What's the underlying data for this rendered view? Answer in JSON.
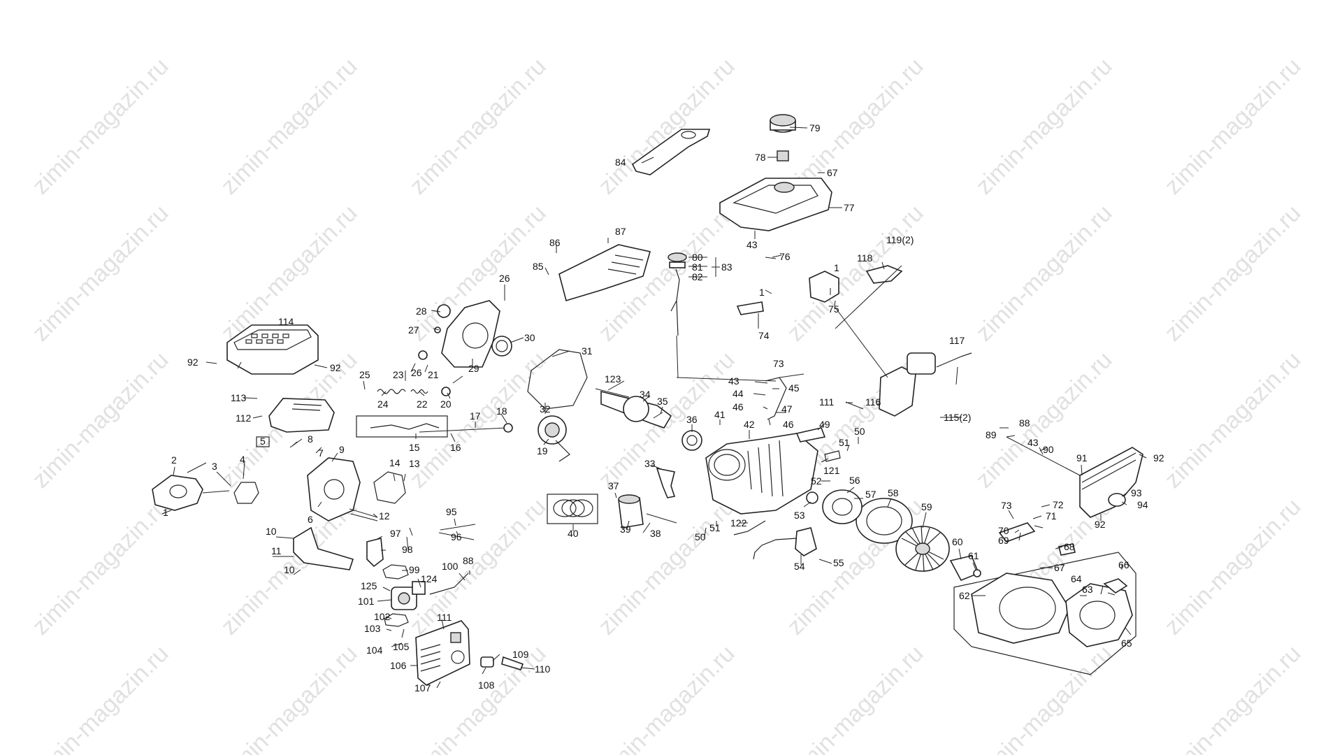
{
  "watermark": "zimin-magazin.ru",
  "labels": {
    "l1": "1",
    "l2": "2",
    "l3": "3",
    "l4": "4",
    "l5": "5",
    "l6": "6",
    "l7": "7",
    "l8": "8",
    "l9": "9",
    "l10": "10",
    "l11": "11",
    "l12": "12",
    "l13": "13",
    "l14": "14",
    "l15": "15",
    "l16": "16",
    "l17": "17",
    "l18": "18",
    "l19": "19",
    "l20": "20",
    "l21": "21",
    "l22": "22",
    "l23": "23",
    "l24": "24",
    "l25": "25",
    "l26": "26",
    "l27": "27",
    "l28": "28",
    "l29": "29",
    "l30": "30",
    "l31": "31",
    "l32": "32",
    "l33": "33",
    "l34": "34",
    "l35": "35",
    "l36": "36",
    "l37": "37",
    "l38": "38",
    "l39": "39",
    "l40": "40",
    "l41": "41",
    "l42": "42",
    "l43": "43",
    "l44": "44",
    "l45": "45",
    "l46": "46",
    "l47": "47",
    "l49": "49",
    "l50": "50",
    "l51": "51",
    "l52": "52",
    "l53": "53",
    "l54": "54",
    "l55": "55",
    "l56": "56",
    "l57": "57",
    "l58": "58",
    "l59": "59",
    "l60": "60",
    "l61": "61",
    "l62": "62",
    "l63": "63",
    "l64": "64",
    "l65": "65",
    "l66": "66",
    "l67": "67",
    "l68": "68",
    "l69": "69",
    "l70": "70",
    "l71": "71",
    "l72": "72",
    "l73": "73",
    "l74": "74",
    "l75": "75",
    "l76": "76",
    "l77": "77",
    "l78": "78",
    "l79": "79",
    "l80": "80",
    "l81": "81",
    "l82": "82",
    "l83": "83",
    "l84": "84",
    "l85": "85",
    "l86": "86",
    "l87": "87",
    "l88": "88",
    "l89": "89",
    "l90": "90",
    "l91": "91",
    "l92": "92",
    "l93": "93",
    "l94": "94",
    "l95": "95",
    "l96": "96",
    "l97": "97",
    "l98": "98",
    "l99": "99",
    "l100": "100",
    "l101": "101",
    "l102": "102",
    "l103": "103",
    "l104": "104",
    "l105": "105",
    "l106": "106",
    "l107": "107",
    "l108": "108",
    "l109": "109",
    "l110": "110",
    "l111": "111",
    "l112": "112",
    "l113": "113",
    "l114": "114",
    "l115": "115(2)",
    "l116": "116",
    "l117": "117",
    "l118": "118",
    "l119": "119(2)",
    "l121": "121",
    "l122": "122",
    "l123": "123",
    "l124": "124",
    "l125": "125"
  }
}
